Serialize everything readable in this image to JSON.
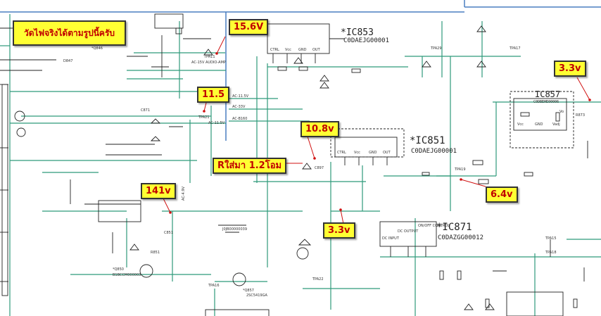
{
  "annotations": {
    "title_note": "วัดไฟจริงได้ตามรูปนี้ครับ",
    "v_15_6": "15.6V",
    "v_11_5": "11.5",
    "v_10_8": "10.8v",
    "resistor_note": "Rใส่มา 1.2โอม",
    "v_141": "141v",
    "v_3_3_top": "3.3v",
    "v_6_4": "6.4v",
    "v_3_3_bottom": "3.3v"
  },
  "ics": {
    "ic853_name": "*IC853",
    "ic853_part": "C0DAEJG00001",
    "ic851_name": "*IC851",
    "ic851_part": "C0DAEJG00001",
    "ic871_name": "*IC871",
    "ic871_part": "C0DAZGG00012",
    "ic857_name": "IC857",
    "ic857_part": "C0DBEHE00006"
  },
  "nets": {
    "ac_15v_audio": "AC-15V AUDIO-AMP",
    "ac_11_5v": "AC-11.5V",
    "ac_33v": "AC-33V",
    "ac_b160": "AC-B160",
    "ac_4_9v": "AC-4.9V",
    "ac_11_5v_b": "AC-11.5V"
  },
  "parts": {
    "q846": "*Q846",
    "q850": "*Q850",
    "q850_part": "B1BCCM000003",
    "q857": "*Q857",
    "q857_part": "2SC5419GA",
    "d847": "D847",
    "tpa11": "TPA11",
    "tpa21": "TPA21",
    "tpa29": "TPA29",
    "tpa17": "TPA17",
    "tpa19": "TPA19",
    "tpa15": "TPA15",
    "tpa16": "TPA16",
    "tpa18": "TPA18",
    "tpa22": "TPA22",
    "c871": "C871",
    "c897": "C897",
    "r873": "R873",
    "r851": "R851",
    "c851": "C851",
    "j0jb": "J0JB00000039",
    "ic_pin_labels": [
      "CTRL",
      "Vcc",
      "GND",
      "OUT",
      "DC INPUT",
      "DC OUTPUT",
      "ON/OFF CONTROL",
      "Vcc",
      "GND",
      "Vadj",
      "Vo"
    ]
  }
}
